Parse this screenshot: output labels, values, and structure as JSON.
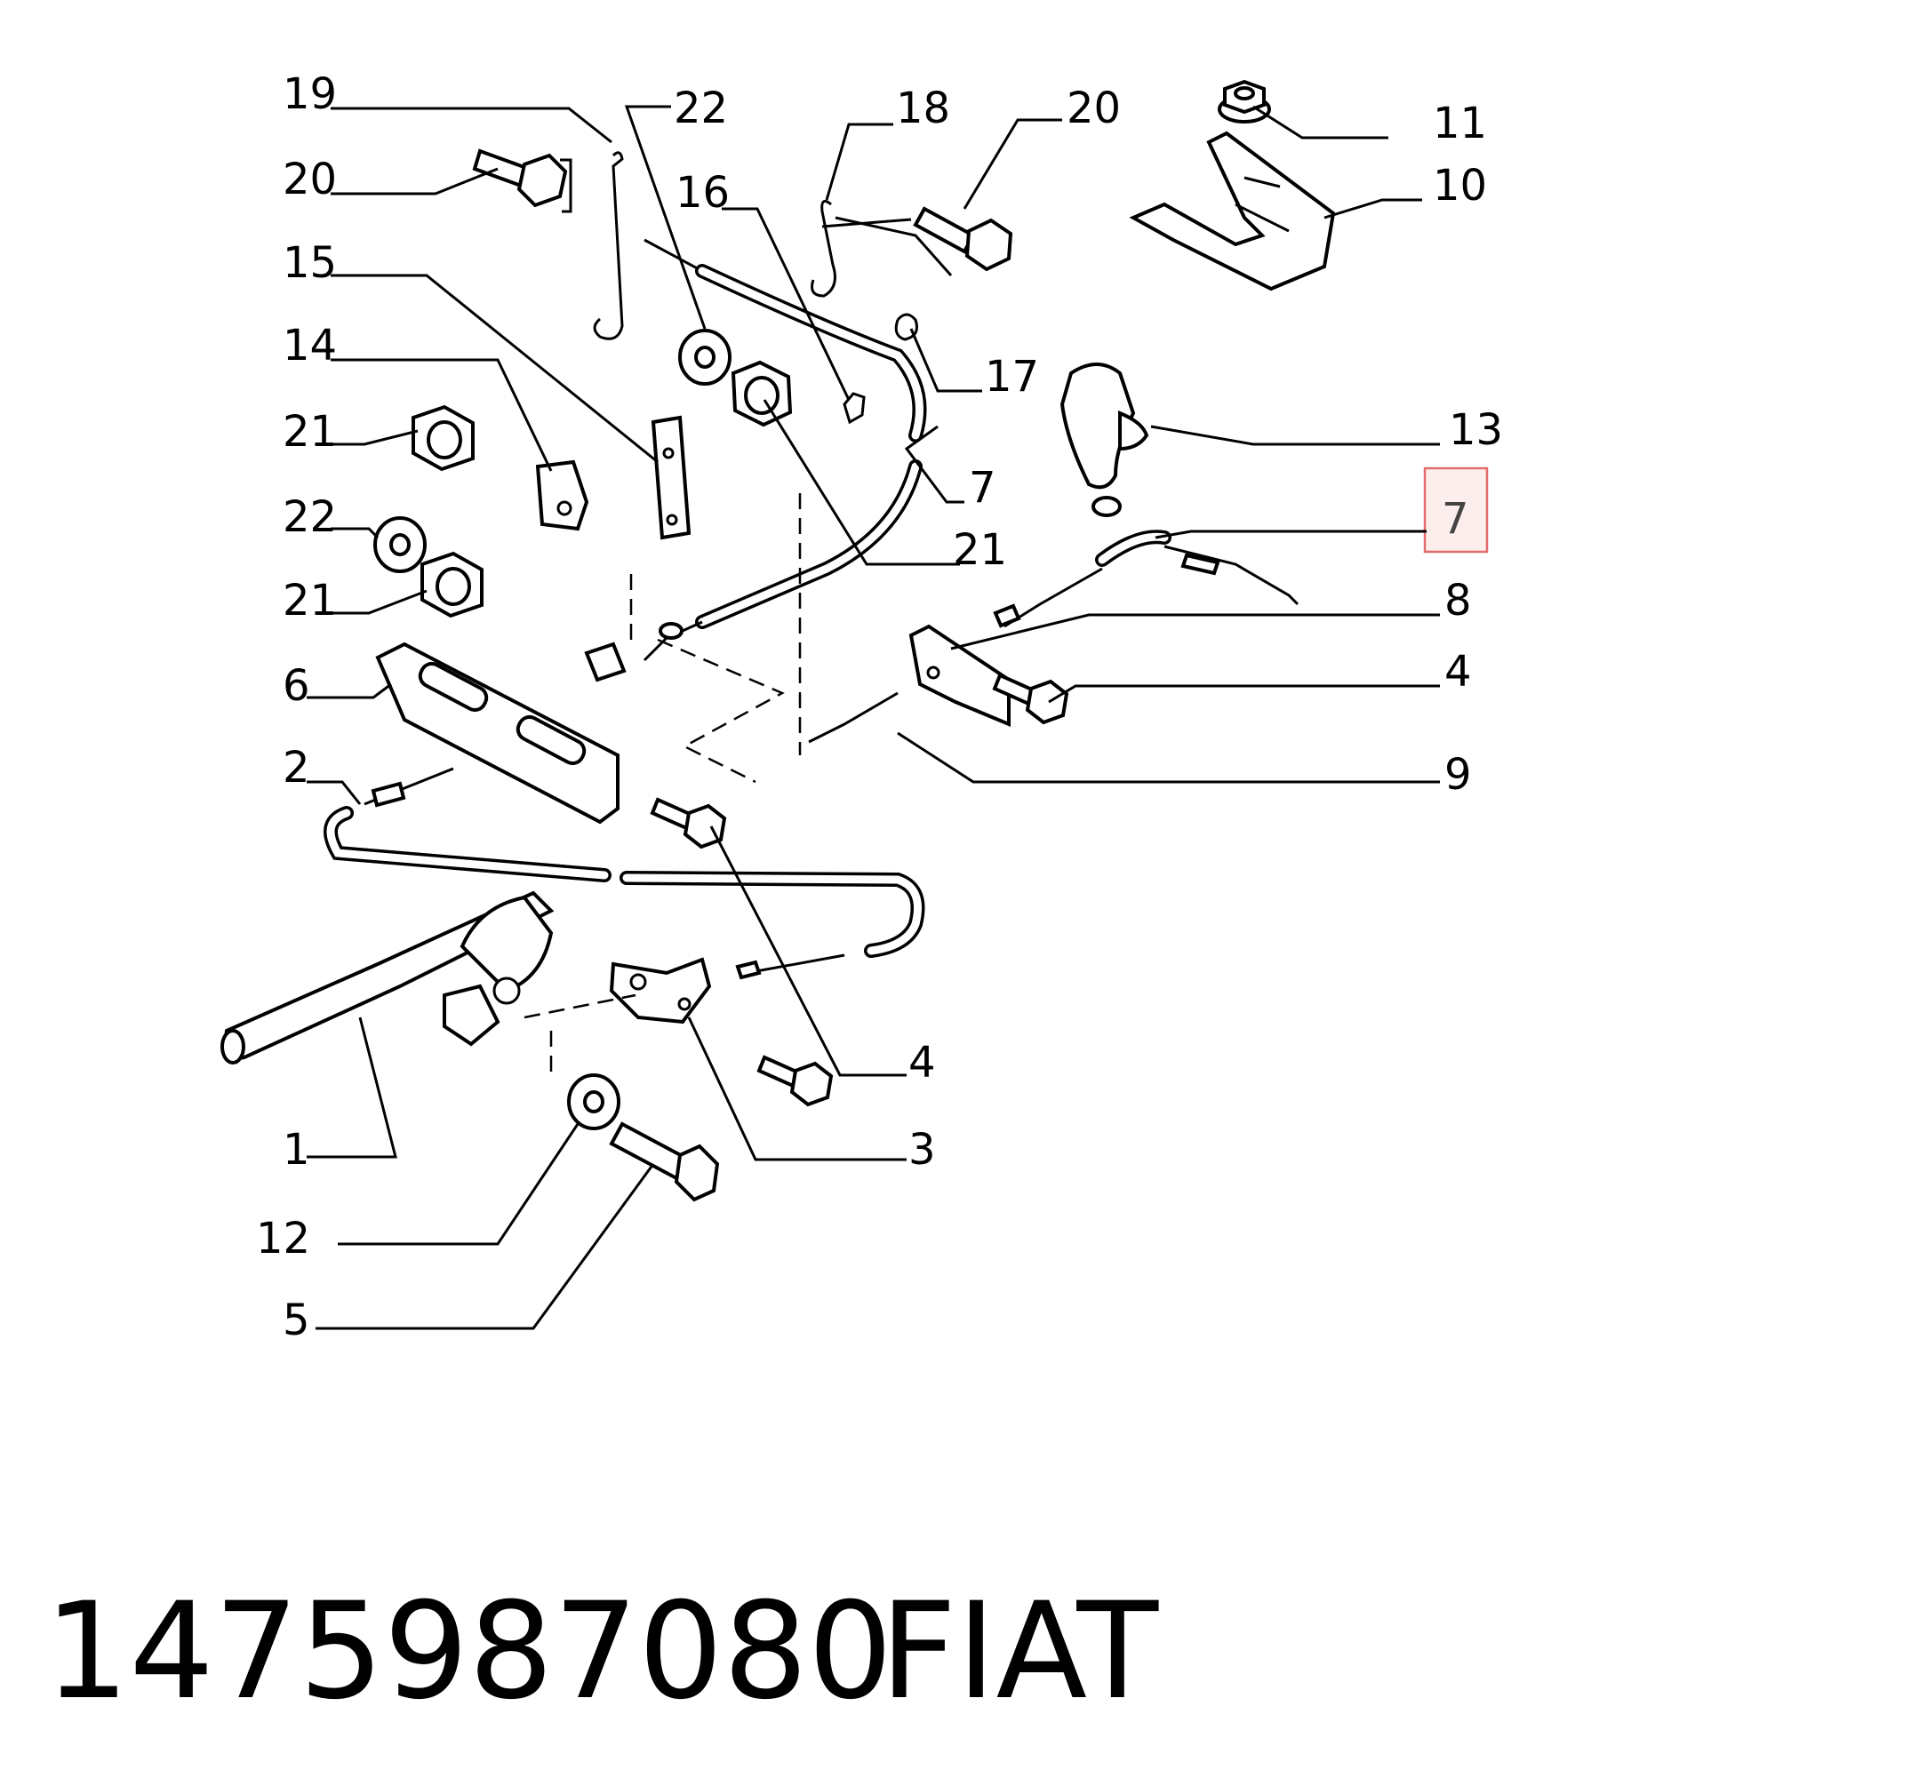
{
  "callouts": [
    {
      "num": "19"
    },
    {
      "num": "22"
    },
    {
      "num": "18"
    },
    {
      "num": "20"
    },
    {
      "num": "11"
    },
    {
      "num": "20"
    },
    {
      "num": "16"
    },
    {
      "num": "10"
    },
    {
      "num": "15"
    },
    {
      "num": "17"
    },
    {
      "num": "14"
    },
    {
      "num": "13"
    },
    {
      "num": "21"
    },
    {
      "num": "7"
    },
    {
      "num": "22"
    },
    {
      "num": "21"
    },
    {
      "num": "7"
    },
    {
      "num": "21"
    },
    {
      "num": "8"
    },
    {
      "num": "6"
    },
    {
      "num": "4"
    },
    {
      "num": "2"
    },
    {
      "num": "9"
    },
    {
      "num": "4"
    },
    {
      "num": "1"
    },
    {
      "num": "3"
    },
    {
      "num": "12"
    },
    {
      "num": "5"
    }
  ],
  "highlighted_callout": "7",
  "footer": {
    "part_number": "1475987080",
    "brand": "FIAT"
  },
  "colors": {
    "line": "#000000",
    "background": "#ffffff",
    "highlight_box": "#e26a6a",
    "highlight_fill": "#fdeeee"
  }
}
